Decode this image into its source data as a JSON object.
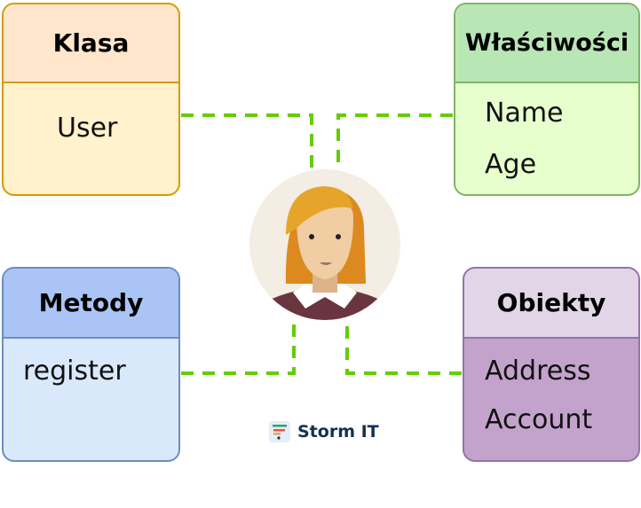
{
  "boxes": {
    "klasa": {
      "title": "Klasa",
      "items": [
        "User"
      ]
    },
    "wlasciwosci": {
      "title": "Właściwości",
      "items": [
        "Name",
        "Age"
      ]
    },
    "metody": {
      "title": "Metody",
      "items": [
        "register"
      ]
    },
    "obiekty": {
      "title": "Obiekty",
      "items": [
        "Address",
        "Account"
      ]
    }
  },
  "logo": {
    "text": "Storm IT"
  },
  "colors": {
    "connector": "#66cc00"
  }
}
